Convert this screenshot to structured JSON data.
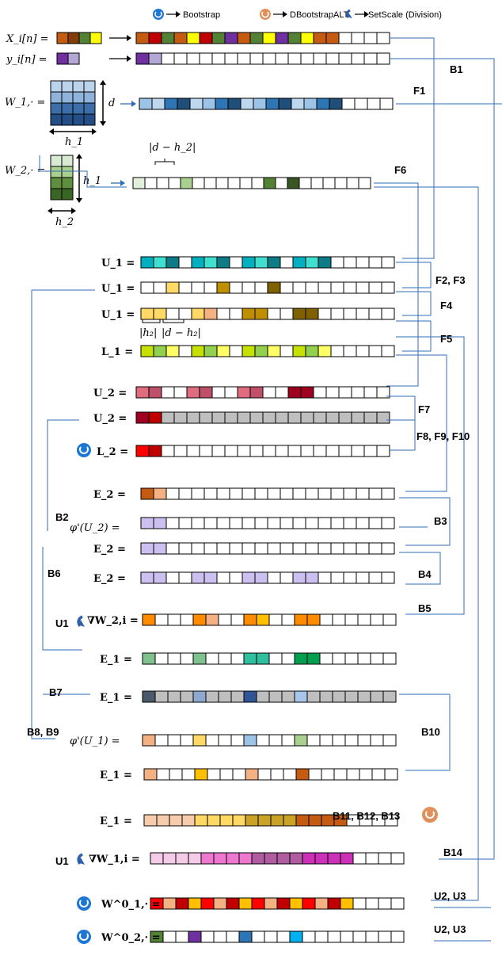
{
  "legend": [
    {
      "icon": "bootstrap-icon",
      "label": "Bootstrap",
      "color": "#1f77d4"
    },
    {
      "icon": "dbootstrapalt-icon",
      "label": "DBootstrapALT",
      "color": "#e0905a"
    },
    {
      "icon": "setscale-icon",
      "label": "SetScale (Division)",
      "color": "#2e5fa8"
    }
  ],
  "inputs": {
    "x_label": "X_i[n] =",
    "y_label": "y_i[n] =",
    "w1_label": "W_1,· =",
    "w2_label": "W_2,· =",
    "d": "d",
    "h1": "h_1",
    "h2": "h_2",
    "d_minus_h2": "|d − h_2|",
    "w1_matrix_colors": [
      "#bcd3ec",
      "#8fb3db",
      "#3d6ea8",
      "#234e86"
    ],
    "w2_matrix_colors": [
      "#d9ead3",
      "#a8cf8e",
      "#5f8f3e",
      "#3a6524"
    ]
  },
  "step_tags": [
    "F1",
    "F2, F3",
    "F4",
    "F5",
    "F6",
    "F7",
    "F8, F9, F10",
    "B1",
    "B2",
    "B3",
    "B4",
    "B5",
    "B6",
    "B7",
    "B8, B9",
    "B10",
    "B11, B12, B13",
    "B14",
    "U1",
    "U1",
    "U2, U3",
    "U2, U3"
  ],
  "rows": [
    {
      "label": "",
      "colors": [
        "#c55a11",
        "#548235",
        "#7030a0",
        "#ffff00",
        "#c00000"
      ]
    },
    {
      "label": "",
      "colors": [
        "#7030a0",
        "#b4a7d6"
      ]
    },
    {
      "label": "",
      "colors": [
        "#bdd7ee",
        "#2e75b6",
        "#1f4e79",
        "#9dc3e6"
      ]
    },
    {
      "label": "",
      "colors": [
        "#e2efda",
        "#a9d08e",
        "#548235",
        "#375623"
      ]
    },
    {
      "label": "U_1 =",
      "colors": [
        "#00b0c0",
        "#0e7c86",
        "#40e0d0"
      ]
    },
    {
      "label": "U_1 =",
      "colors": [
        "#ffd966",
        "#bf8f00",
        "#806000"
      ]
    },
    {
      "label": "U_1 =",
      "colors": [
        "#ffd966",
        "#bf8f00",
        "#806000",
        "#f4b183"
      ]
    },
    {
      "label": "L_1 =",
      "colors": [
        "#c6e000",
        "#92d050",
        "#ffff66"
      ]
    },
    {
      "label": "U_2 =",
      "colors": [
        "#e06c7f",
        "#c0506a",
        "#a00020"
      ]
    },
    {
      "label": "U_2 =",
      "colors": [
        "#a00020",
        "#c00000"
      ]
    },
    {
      "label": "L_2 =",
      "colors": [
        "#ff0000",
        "#c00000"
      ]
    },
    {
      "label": "E_2 =",
      "colors": [
        "#c55a11",
        "#f4b183"
      ]
    },
    {
      "label": "φ'(U_2) =",
      "colors": [
        "#ccc0f0"
      ]
    },
    {
      "label": "E_2 =",
      "colors": [
        "#ccc0f0"
      ]
    },
    {
      "label": "E_2 =",
      "colors": [
        "#ccc0f0"
      ]
    },
    {
      "label": "∇W_2,i =",
      "colors": [
        "#ff8c00",
        "#f4b183",
        "#ffc000"
      ]
    },
    {
      "label": "E_1 =",
      "colors": [
        "#7fc18f",
        "#30c0a0",
        "#00a050"
      ]
    },
    {
      "label": "E_1 =",
      "colors": [
        "#4a5a6a",
        "#8fa8d0",
        "#a9c6ea",
        "#2f5597"
      ]
    },
    {
      "label": "φ'(U_1) =",
      "colors": [
        "#f4b183",
        "#ffd966",
        "#9dc3e6",
        "#a9d08e"
      ]
    },
    {
      "label": "E_1 =",
      "colors": [
        "#f4b183",
        "#ffc000",
        "#c55a11"
      ]
    },
    {
      "label": "E_1 =",
      "colors": [
        "#f8cbad",
        "#ffd966",
        "#c9a227",
        "#c55a11"
      ]
    },
    {
      "label": "∇W_1,i =",
      "colors": [
        "#f4cce8",
        "#ee77d0",
        "#cc2fb8",
        "#b05ca0"
      ]
    },
    {
      "label": "W^0_1,· =",
      "colors": [
        "#ff0000",
        "#f4b183",
        "#c00000",
        "#ffc000"
      ]
    },
    {
      "label": "W^0_2,· =",
      "colors": [
        "#548235",
        "#7030a0",
        "#2e75b6",
        "#00b0f0"
      ]
    }
  ]
}
